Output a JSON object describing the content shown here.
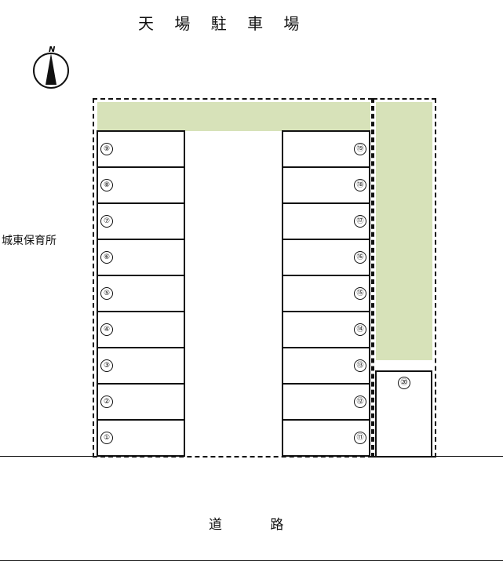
{
  "title": "天 場 駐 車 場",
  "compass": {
    "label": "N",
    "icon": "north-arrow-icon"
  },
  "neighbor_label": "城東保育所",
  "road_label": "道 路",
  "colors": {
    "green_area": "#d7e2b9",
    "lines": "#111111",
    "background": "#ffffff"
  },
  "stalls": {
    "left": [
      "⑨",
      "⑧",
      "⑦",
      "⑥",
      "⑤",
      "④",
      "③",
      "②",
      "①"
    ],
    "right": [
      "⑲",
      "⑱",
      "⑰",
      "⑯",
      "⑮",
      "⑭",
      "⑬",
      "⑫",
      "⑪"
    ],
    "extra": "⑳"
  }
}
